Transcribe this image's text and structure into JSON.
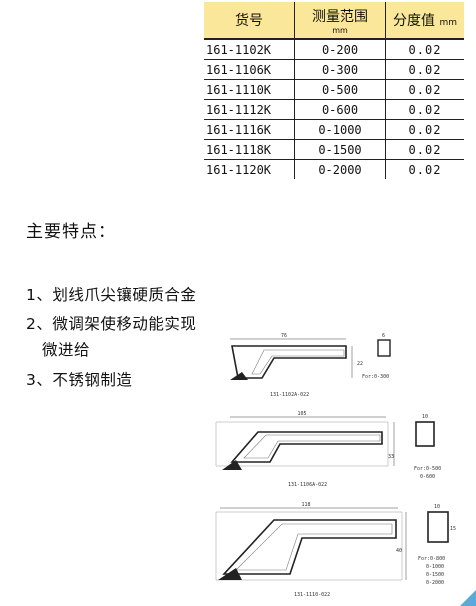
{
  "table": {
    "headers": {
      "code": "货号",
      "range": "测量范围",
      "range_unit": "mm",
      "resolution": "分度值",
      "resolution_unit": "mm"
    },
    "rows": [
      {
        "code": "161-1102K",
        "range": "0-200",
        "resolution": "0.02"
      },
      {
        "code": "161-1106K",
        "range": "0-300",
        "resolution": "0.02"
      },
      {
        "code": "161-1110K",
        "range": "0-500",
        "resolution": "0.02"
      },
      {
        "code": "161-1112K",
        "range": "0-600",
        "resolution": "0.02"
      },
      {
        "code": "161-1116K",
        "range": "0-1000",
        "resolution": "0.02"
      },
      {
        "code": "161-1118K",
        "range": "0-1500",
        "resolution": "0.02"
      },
      {
        "code": "161-1120K",
        "range": "0-2000",
        "resolution": "0.02"
      }
    ]
  },
  "features": {
    "title": "主要特点：",
    "item1": "1、划线爪尖镶硬质合金",
    "item2": "2、微调架使移动能实现",
    "item2_cont": "微进给",
    "item3": "3、不锈钢制造"
  },
  "drawings": {
    "d1": {
      "width_dim": "76",
      "height_dim": "22",
      "side_dim": "6",
      "caption": "131-1102A-022",
      "note": "For:0-300"
    },
    "d2": {
      "width_dim": "105",
      "height_dim": "33",
      "side_dim": "10",
      "caption": "131-1106A-022",
      "note1": "For:0-500",
      "note2": "0-600"
    },
    "d3": {
      "width_dim": "118",
      "height_dim": "40",
      "side_dim": "10",
      "side_dim2": "15",
      "caption": "131-1110-022",
      "notes": [
        "For:0-800",
        "0-1000",
        "0-1500",
        "0-2000"
      ]
    }
  },
  "colors": {
    "header_bg": "#fbe79a",
    "accent_corner": "#5aa9d6"
  }
}
